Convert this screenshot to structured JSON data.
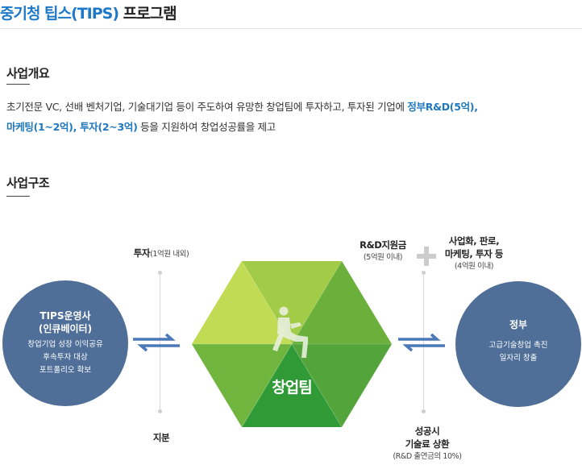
{
  "page_title": {
    "blue": "중기청 팁스(TIPS)",
    "dark": " 프로그램"
  },
  "overview": {
    "heading": "사업개요",
    "text_1": "초기전문 VC, 선배 벤처기업, 기술대기업 등이 주도하여 유망한 창업팀에 투자하고, 투자된 기업에 ",
    "highlight_1": "정부R&D(5억),",
    "highlight_2": "마케팅(1~2억), 투자(2~3억)",
    "text_2": " 등을 지원하여 창업성공률을 제고"
  },
  "structure": {
    "heading": "사업구조",
    "left_circle": {
      "title_1": "TIPS운영사",
      "title_2": "(인큐베이터)",
      "lines": [
        "창업기업 성장 이익공유",
        "후속투자 대상",
        "포트폴리오 확보"
      ]
    },
    "right_circle": {
      "title": "정부",
      "lines": [
        "고급기술창업 촉진",
        "일자리 창출"
      ]
    },
    "center_label": "창업팀",
    "left_top": {
      "bold": "투자",
      "rest": "(1억원 내외)"
    },
    "left_bottom": "지분",
    "right_top_1": {
      "title": "R&D지원금",
      "sub": "(5억원 이내)"
    },
    "right_top_2": {
      "title_1": "사업화, 판로,",
      "title_2": "마케팅, 투자 등",
      "sub": "(4억원 이내)"
    },
    "right_bottom": {
      "title_1": "성공시",
      "title_2": "기술료 상환",
      "sub": "(R&D 출연금의 10%)"
    },
    "colors": {
      "circle": "#4f6e98",
      "arrow": "#4a78b8",
      "hex_light": "#c9df5a",
      "hex_dark": "#2e9a3a",
      "highlight": "#1f78bd"
    }
  }
}
